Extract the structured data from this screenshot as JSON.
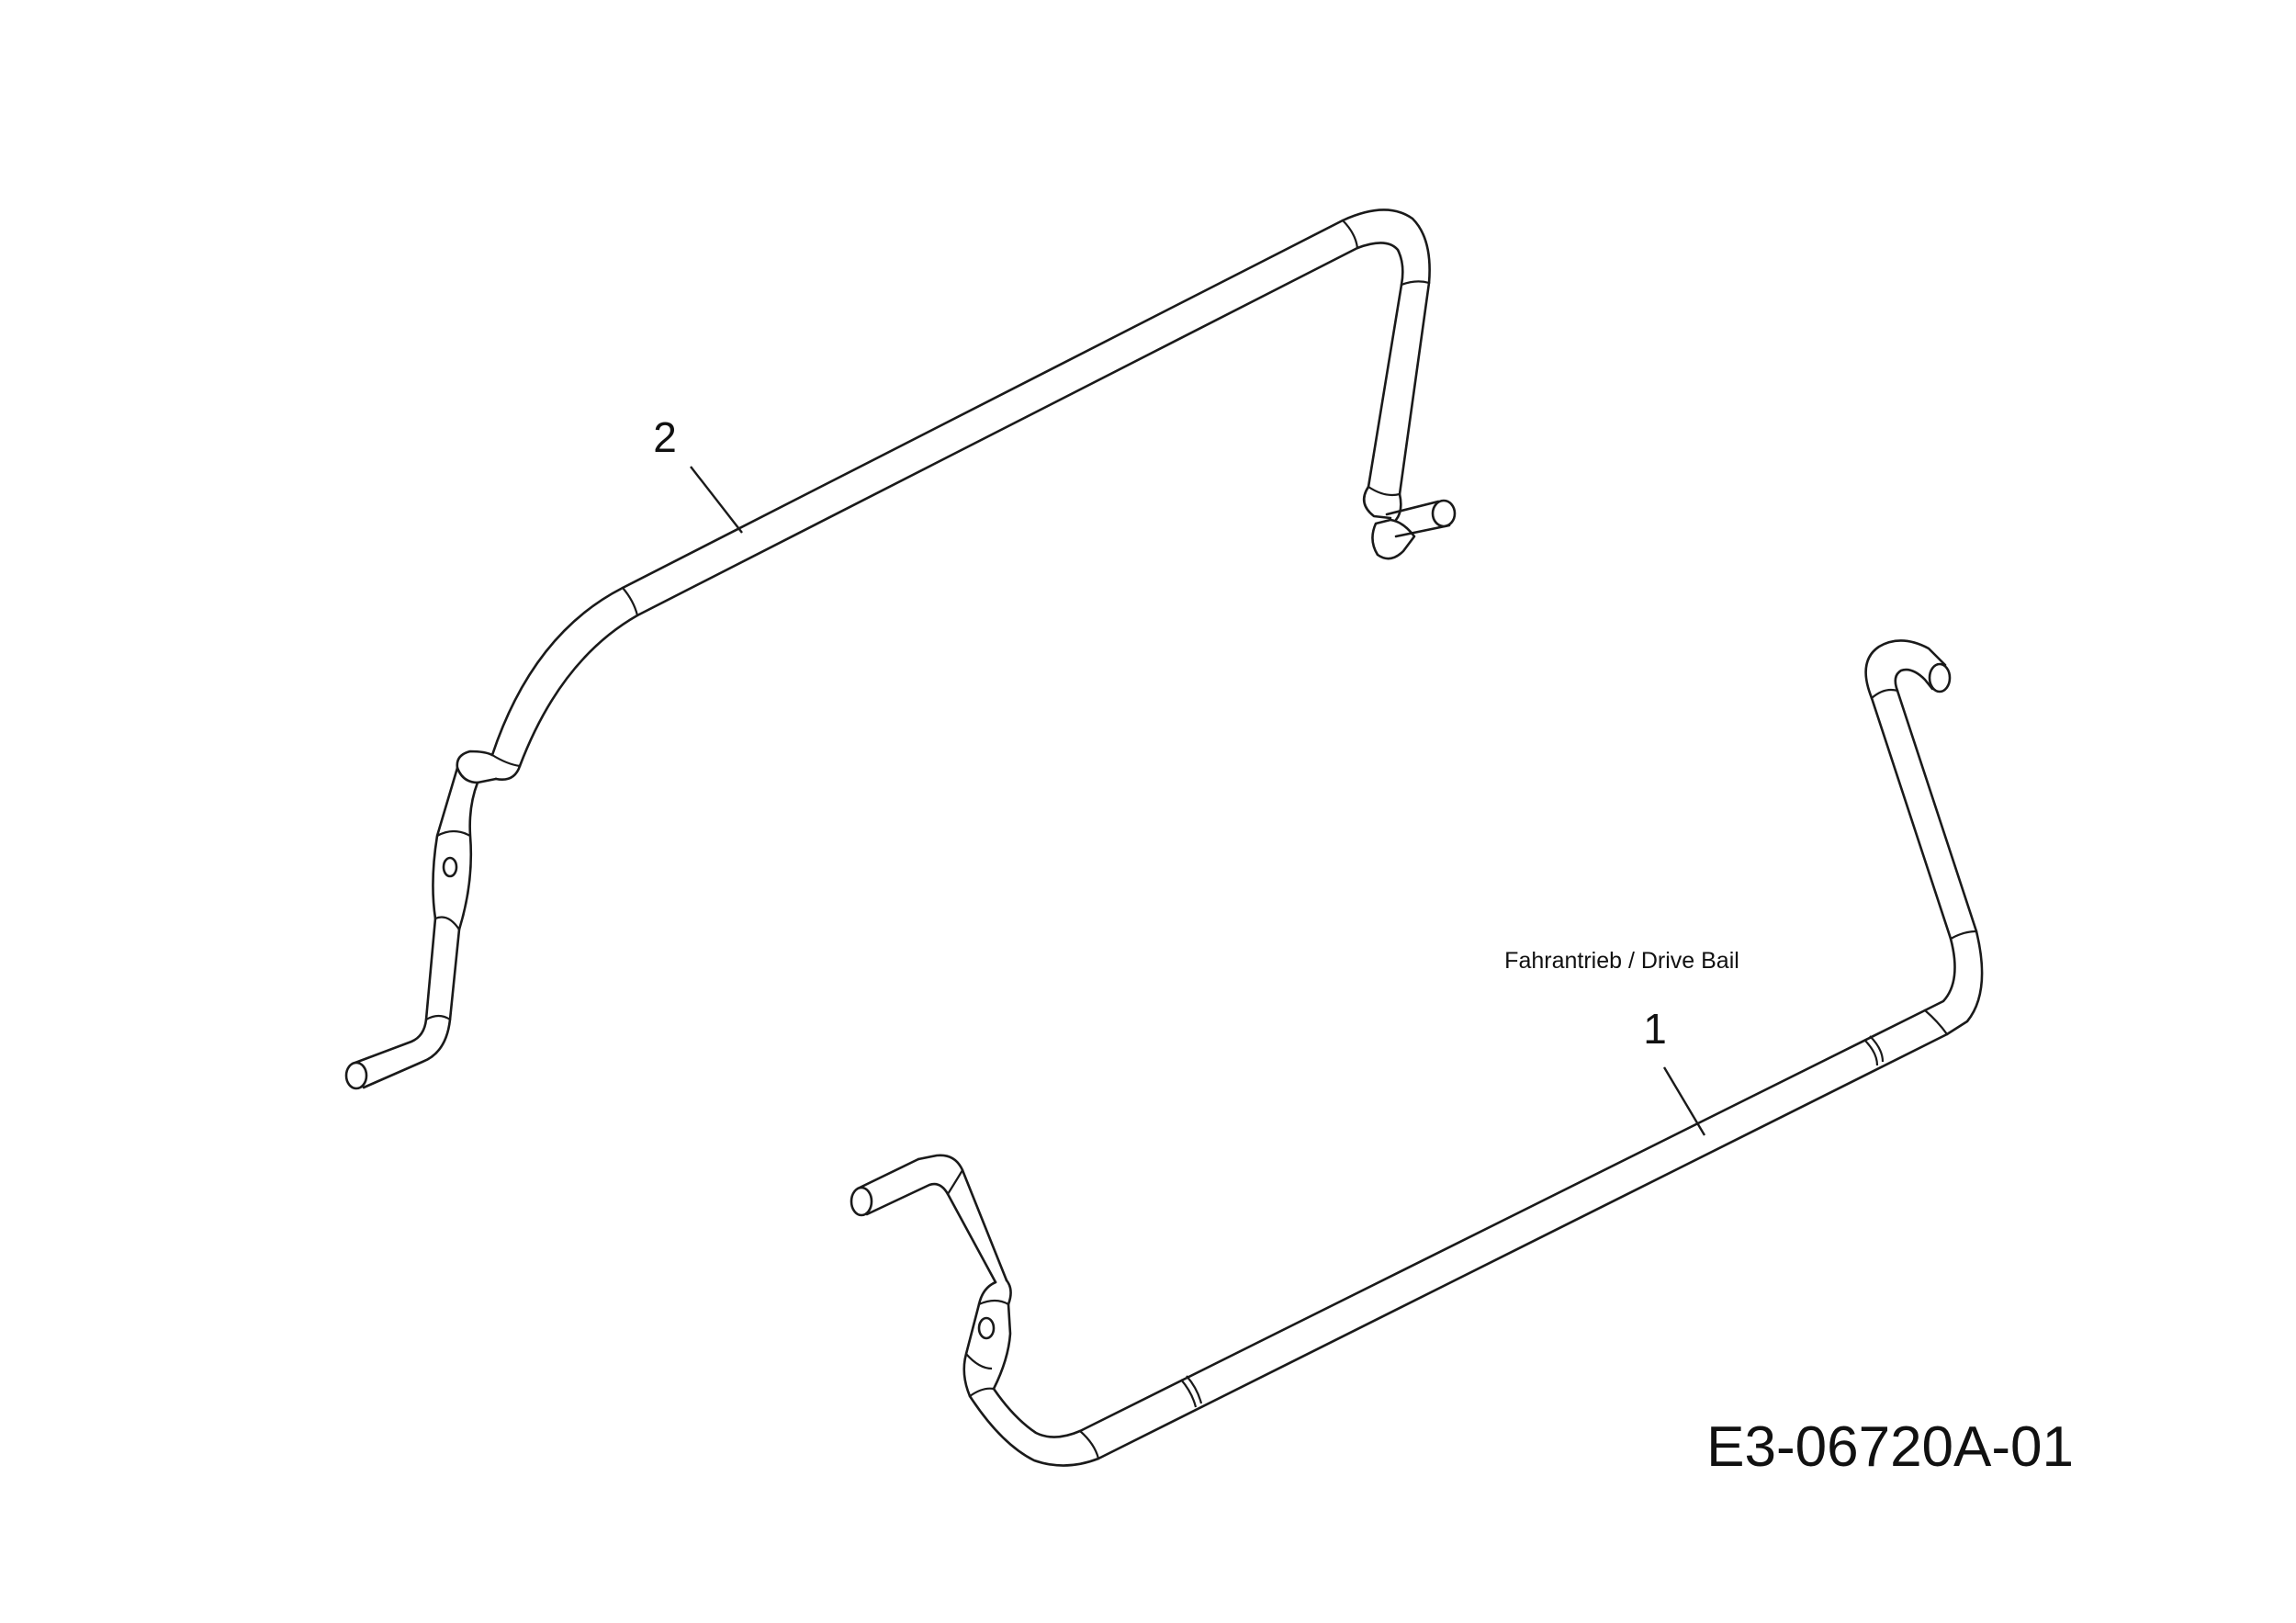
{
  "diagram": {
    "parts": [
      {
        "number": "1",
        "description": "Fahrantrieb / Drive Bail"
      },
      {
        "number": "2",
        "description": ""
      }
    ],
    "drawing_id": "E3-06720A-01",
    "line_color": "#1a1a1a",
    "background_color": "#ffffff"
  }
}
